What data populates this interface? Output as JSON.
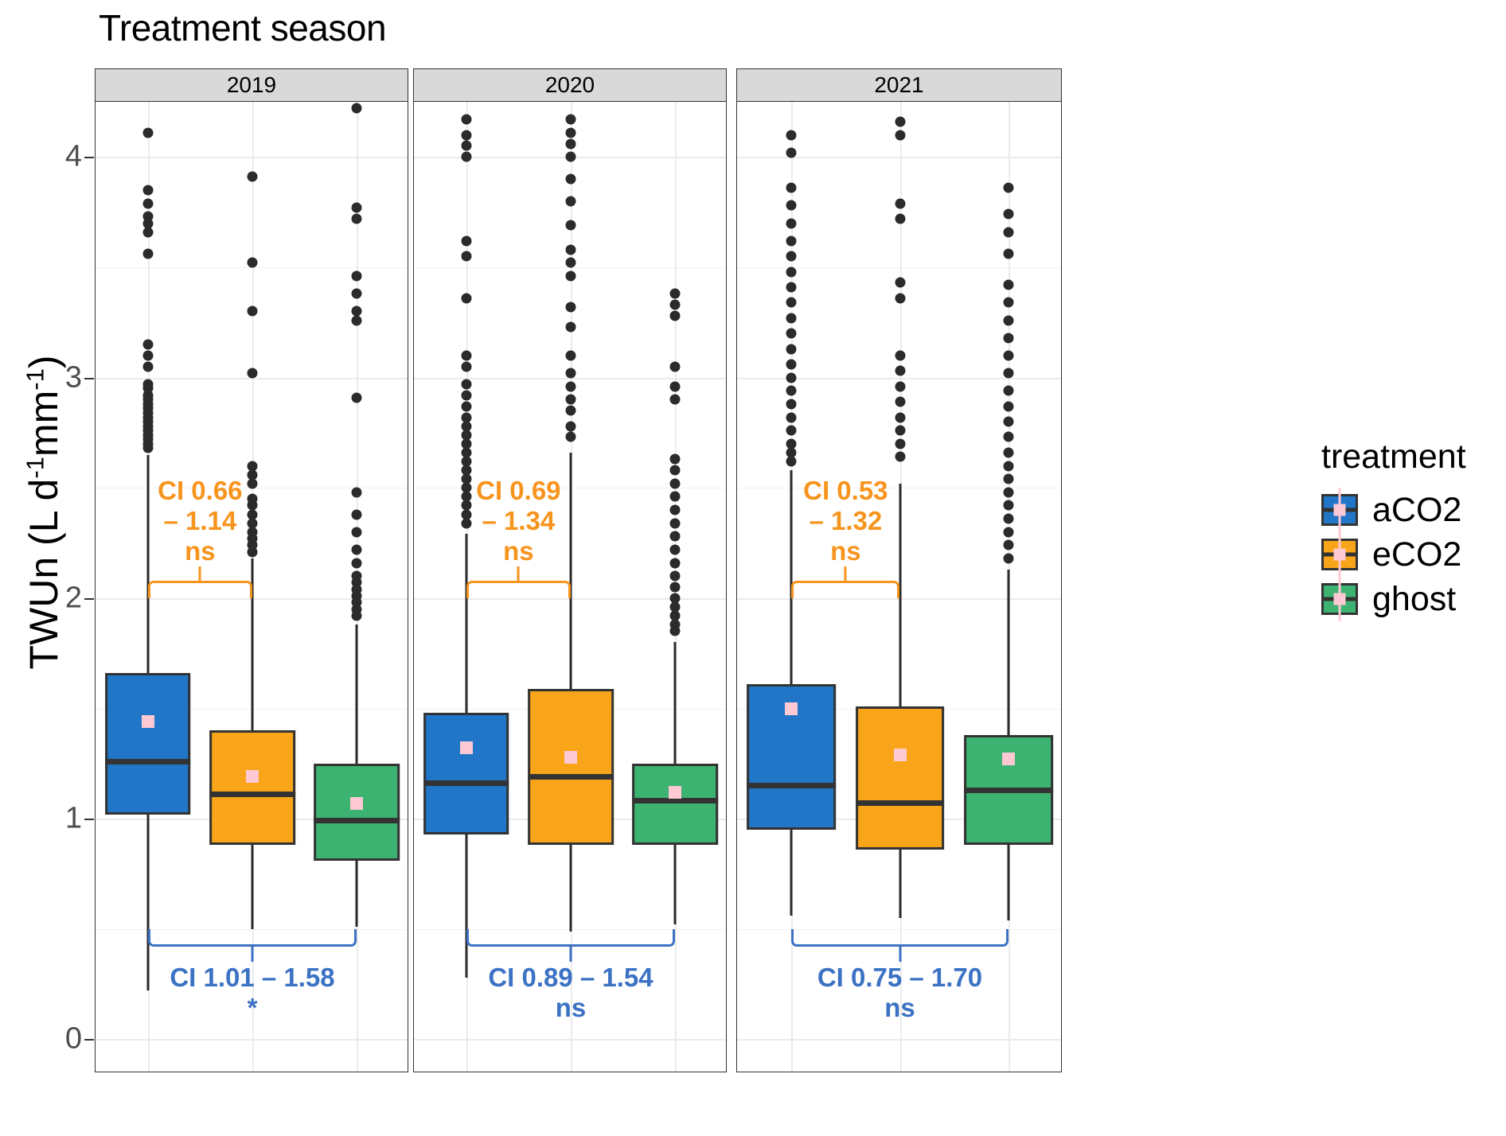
{
  "chart_data": {
    "type": "box",
    "title": "Treatment season",
    "xlabel": "",
    "ylabel": "TWUn (L d-1mm-1)",
    "ylabel_parts": {
      "prefix": "TWUn (L d",
      "sup1": "-1",
      "mid": "mm",
      "sup2": "-1",
      "suffix": ")"
    },
    "ylim": [
      -0.15,
      4.25
    ],
    "yticks": [
      0,
      1,
      2,
      3,
      4
    ],
    "ytick_labels": [
      "0",
      "1",
      "2",
      "3",
      "4"
    ],
    "grid": true,
    "legend_position": "right",
    "legend_title": "treatment",
    "facet_label": "Treatment season",
    "facets": [
      "2019",
      "2020",
      "2021"
    ],
    "series": [
      {
        "name": "aCO2",
        "color": "#2176C7"
      },
      {
        "name": "eCO2",
        "color": "#F9A51A"
      },
      {
        "name": "ghost",
        "color": "#3CB371"
      }
    ],
    "boxes": [
      {
        "facet": "2019",
        "group": "aCO2",
        "color": "#2176C7",
        "whisker_low": 0.22,
        "q1": 1.02,
        "median": 1.26,
        "q3": 1.66,
        "whisker_high": 2.65,
        "mean": 1.44
      },
      {
        "facet": "2019",
        "group": "eCO2",
        "color": "#F9A51A",
        "whisker_low": 0.5,
        "q1": 0.88,
        "median": 1.11,
        "q3": 1.4,
        "whisker_high": 2.18,
        "mean": 1.19
      },
      {
        "facet": "2019",
        "group": "ghost",
        "color": "#3CB371",
        "whisker_low": 0.51,
        "q1": 0.81,
        "median": 0.99,
        "q3": 1.25,
        "whisker_high": 1.88,
        "mean": 1.07
      },
      {
        "facet": "2020",
        "group": "aCO2",
        "color": "#2176C7",
        "whisker_low": 0.28,
        "q1": 0.93,
        "median": 1.16,
        "q3": 1.48,
        "whisker_high": 2.29,
        "mean": 1.32
      },
      {
        "facet": "2020",
        "group": "eCO2",
        "color": "#F9A51A",
        "whisker_low": 0.49,
        "q1": 0.88,
        "median": 1.19,
        "q3": 1.59,
        "whisker_high": 2.66,
        "mean": 1.28
      },
      {
        "facet": "2020",
        "group": "ghost",
        "color": "#3CB371",
        "whisker_low": 0.52,
        "q1": 0.88,
        "median": 1.08,
        "q3": 1.25,
        "whisker_high": 1.8,
        "mean": 1.12
      },
      {
        "facet": "2021",
        "group": "aCO2",
        "color": "#2176C7",
        "whisker_low": 0.56,
        "q1": 0.95,
        "median": 1.15,
        "q3": 1.61,
        "whisker_high": 2.58,
        "mean": 1.5
      },
      {
        "facet": "2021",
        "group": "eCO2",
        "color": "#F9A51A",
        "whisker_low": 0.55,
        "q1": 0.86,
        "median": 1.07,
        "q3": 1.51,
        "whisker_high": 2.52,
        "mean": 1.29
      },
      {
        "facet": "2021",
        "group": "ghost",
        "color": "#3CB371",
        "whisker_low": 0.54,
        "q1": 0.88,
        "median": 1.13,
        "q3": 1.38,
        "whisker_high": 2.13,
        "mean": 1.27
      }
    ],
    "outliers": {
      "2019": {
        "aCO2": [
          4.11,
          3.85,
          3.79,
          3.73,
          3.7,
          3.66,
          3.56,
          3.15,
          3.1,
          3.05,
          2.97,
          2.95,
          2.92,
          2.9,
          2.88,
          2.86,
          2.84,
          2.82,
          2.8,
          2.78,
          2.76,
          2.74,
          2.72,
          2.7,
          2.68
        ],
        "eCO2": [
          3.91,
          3.52,
          3.3,
          3.02,
          2.6,
          2.56,
          2.52,
          2.45,
          2.42,
          2.38,
          2.34,
          2.3,
          2.27,
          2.24,
          2.21
        ],
        "ghost": [
          4.22,
          3.77,
          3.72,
          3.46,
          3.38,
          3.3,
          3.26,
          2.91,
          2.48,
          2.38,
          2.3,
          2.22,
          2.16,
          2.1,
          2.07,
          2.04,
          2.01,
          1.98,
          1.95,
          1.92
        ]
      },
      "2020": {
        "aCO2": [
          4.17,
          4.1,
          4.05,
          4.0,
          3.62,
          3.55,
          3.36,
          3.1,
          3.05,
          2.97,
          2.92,
          2.87,
          2.82,
          2.78,
          2.74,
          2.7,
          2.66,
          2.62,
          2.58,
          2.54,
          2.5,
          2.46,
          2.42,
          2.38,
          2.34
        ],
        "eCO2": [
          4.17,
          4.11,
          4.06,
          4.0,
          3.9,
          3.8,
          3.69,
          3.58,
          3.52,
          3.46,
          3.32,
          3.23,
          3.1,
          3.02,
          2.96,
          2.9,
          2.85,
          2.78,
          2.73
        ],
        "ghost": [
          3.38,
          3.33,
          3.28,
          3.05,
          2.96,
          2.9,
          2.63,
          2.58,
          2.52,
          2.46,
          2.4,
          2.34,
          2.28,
          2.22,
          2.16,
          2.1,
          2.05,
          2.0,
          1.96,
          1.92,
          1.88,
          1.85
        ]
      },
      "2021": {
        "aCO2": [
          4.1,
          4.02,
          3.86,
          3.78,
          3.7,
          3.62,
          3.55,
          3.48,
          3.41,
          3.34,
          3.27,
          3.2,
          3.13,
          3.06,
          3.0,
          2.94,
          2.88,
          2.82,
          2.76,
          2.7,
          2.66,
          2.62
        ],
        "eCO2": [
          4.16,
          4.1,
          3.79,
          3.72,
          3.43,
          3.36,
          3.1,
          3.03,
          2.96,
          2.89,
          2.82,
          2.76,
          2.7,
          2.64
        ],
        "ghost": [
          3.86,
          3.74,
          3.66,
          3.56,
          3.42,
          3.34,
          3.26,
          3.18,
          3.1,
          3.02,
          2.94,
          2.87,
          2.8,
          2.73,
          2.66,
          2.6,
          2.54,
          2.48,
          2.42,
          2.36,
          2.3,
          2.24,
          2.18
        ]
      }
    },
    "annotations": [
      {
        "facet": "2019",
        "kind": "upper",
        "color": "#F7941D",
        "from": "aCO2",
        "to": "eCO2",
        "y": 2.0,
        "text": "CI 0.66\n– 1.14\nns"
      },
      {
        "facet": "2020",
        "kind": "upper",
        "color": "#F7941D",
        "from": "aCO2",
        "to": "eCO2",
        "y": 2.0,
        "text": "CI 0.69\n– 1.34\nns"
      },
      {
        "facet": "2021",
        "kind": "upper",
        "color": "#F7941D",
        "from": "aCO2",
        "to": "eCO2",
        "y": 2.0,
        "text": "CI 0.53\n– 1.32\nns"
      },
      {
        "facet": "2019",
        "kind": "lower",
        "color": "#3B72C4",
        "from": "aCO2",
        "to": "ghost",
        "y": 0.5,
        "text": "CI 1.01 – 1.58\n*"
      },
      {
        "facet": "2020",
        "kind": "lower",
        "color": "#3B72C4",
        "from": "aCO2",
        "to": "ghost",
        "y": 0.5,
        "text": "CI  0.89 – 1.54\nns"
      },
      {
        "facet": "2021",
        "kind": "lower",
        "color": "#3B72C4",
        "from": "aCO2",
        "to": "ghost",
        "y": 0.5,
        "text": "CI  0.75 – 1.70\nns"
      }
    ]
  },
  "legend": {
    "title": "treatment",
    "items": [
      {
        "label": "aCO2",
        "color": "#2176C7"
      },
      {
        "label": "eCO2",
        "color": "#F9A51A"
      },
      {
        "label": "ghost",
        "color": "#3CB371"
      }
    ]
  }
}
